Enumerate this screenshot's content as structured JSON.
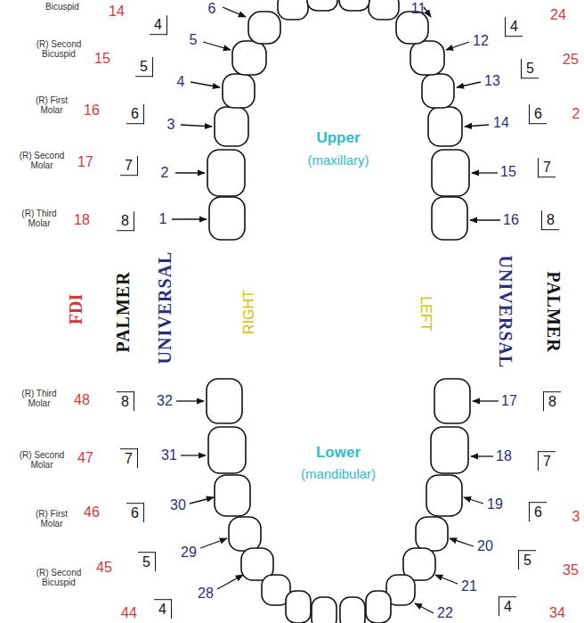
{
  "diagram": {
    "labels": [
      "Bicuspid",
      "14",
      "4",
      "6",
      "(R) Second Bicuspid",
      "15",
      "5",
      "5",
      "4",
      "(R) First Molar",
      "16",
      "6",
      "3",
      "(R) Second Molar",
      "17",
      "7",
      "2",
      "(R) Third Molar",
      "18",
      "8",
      "1",
      "11",
      "24",
      "4",
      "12",
      "5",
      "25",
      "13",
      "14",
      "6",
      "2",
      "15",
      "7",
      "16",
      "8",
      "Upper",
      "(maxillary)",
      "FDI",
      "PALMER",
      "UNIVERSAL",
      "RIGHT",
      "LEFT",
      "UNIVERSAL",
      "PALMER",
      "(R) Third Molar",
      "48",
      "8",
      "32",
      "17",
      "8",
      "Lower",
      "(mandibular)",
      "(R) Second Molar",
      "47",
      "7",
      "31",
      "18",
      "7",
      "(R) First Molar",
      "46",
      "6",
      "30",
      "19",
      "6",
      "3",
      "29",
      "20",
      "(R) Second Bicuspid",
      "45",
      "5",
      "28",
      "21",
      "5",
      "35",
      "44",
      "4",
      "22",
      "4",
      "34"
    ]
  }
}
